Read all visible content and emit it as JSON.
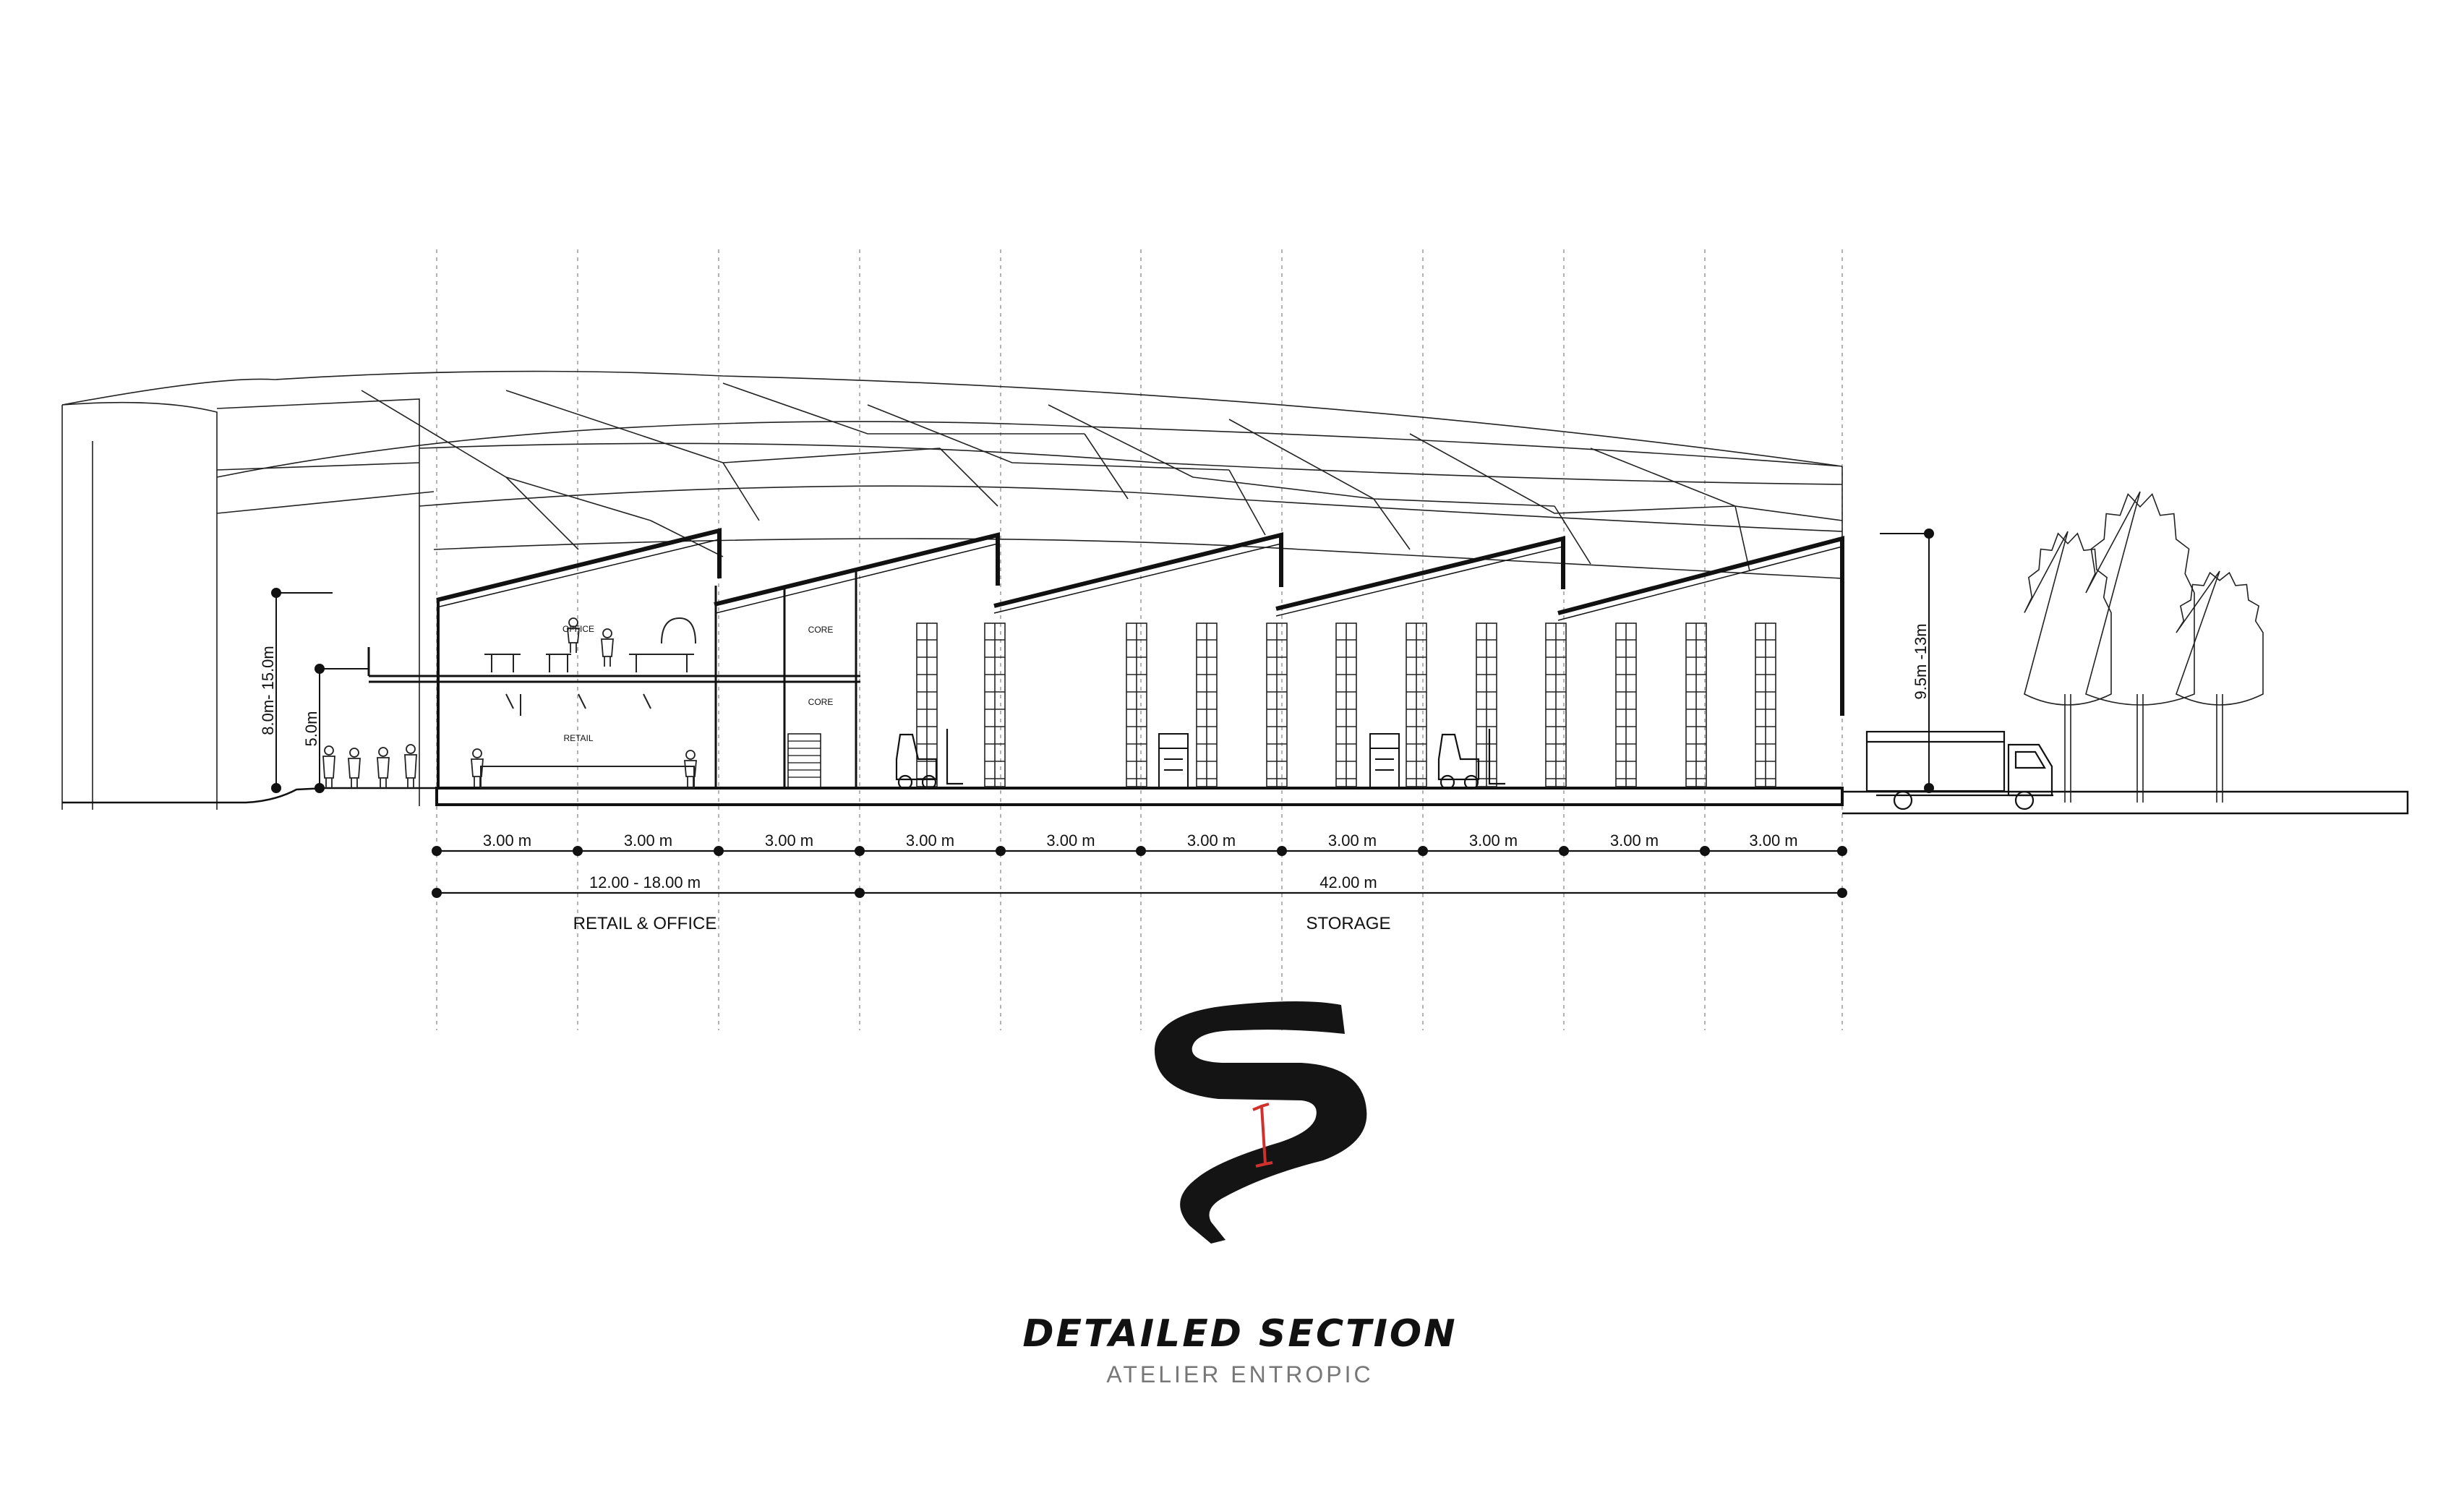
{
  "title": "DETAILED SECTION",
  "subtitle": "ATELIER ENTROPIC",
  "zones": {
    "retail_office": "RETAIL & OFFICE",
    "storage": "STORAGE"
  },
  "room_labels": {
    "office": "OFFICE",
    "retail": "RETAIL",
    "core_upper": "CORE",
    "core_lower": "CORE"
  },
  "bay_dimensions": [
    "3.00 m",
    "3.00 m",
    "3.00 m",
    "3.00 m",
    "3.00 m",
    "3.00 m",
    "3.00 m",
    "3.00 m",
    "3.00 m",
    "3.00 m"
  ],
  "span_dimensions": {
    "retail_office": "12.00 - 18.00 m",
    "storage": "42.00 m"
  },
  "heights": {
    "canopy": "8.0m- 15.0m",
    "street": "5.0m",
    "truck": "9.5m -13m"
  },
  "colors": {
    "line": "#111111",
    "grid": "#9a9a9a",
    "accent": "#d0312d",
    "subtitle": "#777777"
  },
  "icons": [
    "forklift-icon",
    "truck-icon",
    "tree-icon",
    "person-icon",
    "logo-icon"
  ]
}
